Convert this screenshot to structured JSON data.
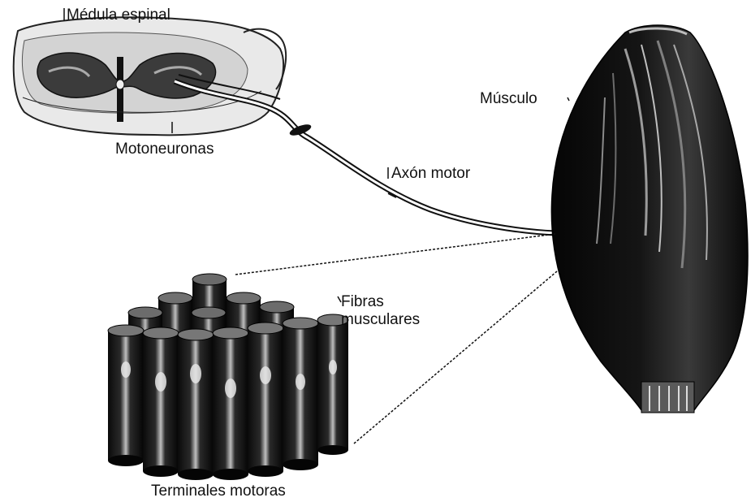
{
  "labels": {
    "medula": "Médula espinal",
    "motoneuronas": "Motoneuronas",
    "axon": "Axón motor",
    "musculo": "Músculo",
    "fibras": "Fibras musculares",
    "terminales": "Terminales motoras"
  },
  "colors": {
    "ink": "#111111",
    "background": "#ffffff"
  }
}
